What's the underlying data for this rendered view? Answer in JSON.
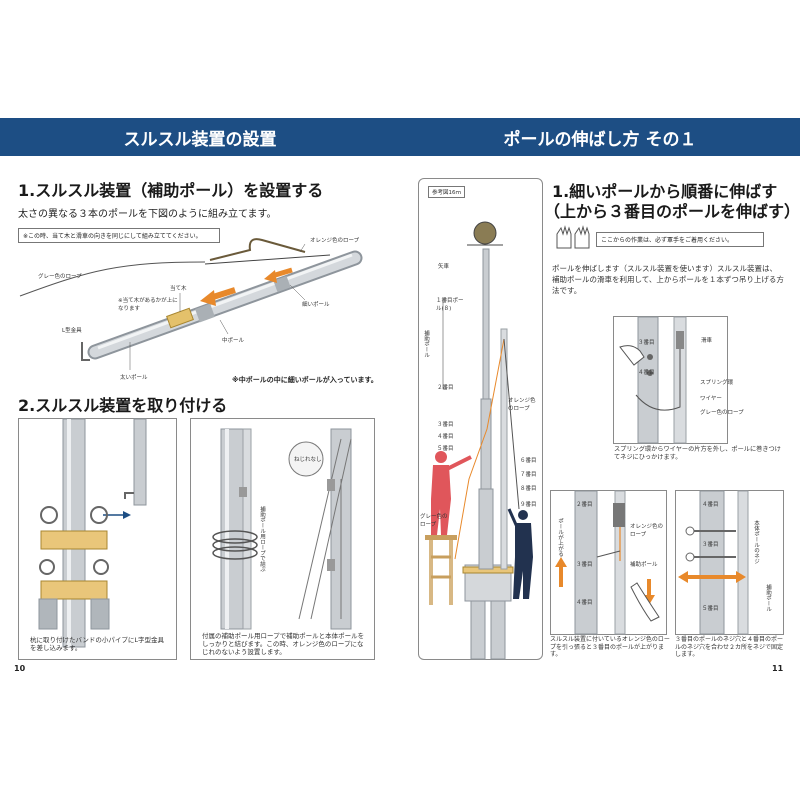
{
  "left": {
    "band_title": "スルスル装置の設置",
    "s1_title": "1.スルスル装置（補助ポール）を設置する",
    "s1_desc": "太さの異なる３本のポールを下図のように組み立てます。",
    "s1_note": "※この時、当て木と滑車の向きを同じにして組み立ててください。",
    "lbl_gray_rope": "グレー色のロープ",
    "lbl_orange_rope": "オレンジ色のロープ",
    "lbl_ateki": "当て木",
    "lbl_ateki_note": "※当て木があるかが上になります",
    "lbl_thin_pole": "細いポール",
    "lbl_l_fitting": "L型金具",
    "lbl_mid_pole": "中ポール",
    "lbl_thick_pole": "太いポール",
    "lbl_bottom_note": "※中ポールの中に細いポールが入っています。",
    "s2_title": "2.スルスル装置を取り付ける",
    "panel1_caption": "杭に取り付けたバンドの小パイプにL字型金具を差し込みます。",
    "panel2_caption": "付属の補助ポール用ロープで補助ポールと本体ポールをしっかりと結びます。この時、オレンジ色のロープになじれのないよう設置します。",
    "panel2_vertical": "補助ポール用ロープで結ぶ",
    "panel2_circle": "ねじれなし",
    "page_no": "10"
  },
  "right": {
    "band_title": "ポールの伸ばし方 その１",
    "fig_tag": "参考図16ｍ",
    "s1_title_l1": "1.細いポールから順番に伸ばす",
    "s1_title_l2": "（上から３番目のポールを伸ばす）",
    "glove_note": "ここからの作業は、必ず軍手をご着用ください。",
    "body_text": "ポールを伸ばします（スルスル装置を使います）スルスル装置は、補助ポールの滑車を利用して、上からポールを１本ずつ吊り上げる方法です。",
    "lbl_yaguruma": "矢車",
    "lbl_pole1": "１番目ポール(８)",
    "lbl_aux": "補助ポール",
    "lbl_2": "２番目",
    "lbl_3": "３番目",
    "lbl_4": "４番目",
    "lbl_5": "５番目",
    "lbl_6": "６番目",
    "lbl_7": "７番目",
    "lbl_8": "８番目",
    "lbl_9": "９番目",
    "lbl_orange_rope": "オレンジ色のロープ",
    "lbl_gray_rope": "グレー色のロープ",
    "detail_labels": [
      "滑車",
      "スプリング環",
      "ワイヤー",
      "グレー色のロープ",
      "３番目",
      "４番目"
    ],
    "detail_caption": "スプリング環からワイヤーの片方を外し、ポールに巻きつけてネジにひっかけます。",
    "p3_labels": [
      "２番目",
      "３番目",
      "４番目",
      "オレンジ色のロープ",
      "補助ポール",
      "ポールが上がる"
    ],
    "p3_caption": "スルスル装置に付いているオレンジ色のロープを引っ張ると３番目のポールが上がります。",
    "p4_labels": [
      "４番目",
      "３番目",
      "５番目",
      "本体ポールのネジ",
      "補助ポール"
    ],
    "p4_caption": "３番目のポールのネジ穴と４番目のポールのネジ穴を合わせ２カ所をネジで固定します。",
    "page_no": "11"
  },
  "colors": {
    "band": "#1d4e84",
    "pole": "#c9cdd1",
    "pole_dark": "#8e959c",
    "orange": "#e8892b",
    "person_red": "#e0565b",
    "person_navy": "#22324f",
    "band_yellow": "#e9c67a",
    "green_arrow": "#2e9a6a"
  }
}
